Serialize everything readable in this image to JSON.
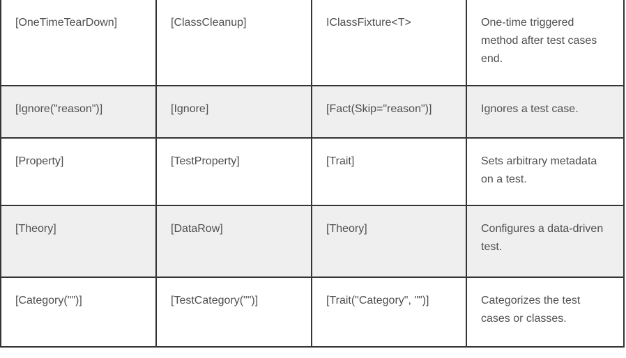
{
  "table": {
    "rows": [
      {
        "nunit": "[OneTimeTearDown]",
        "mstest": "[ClassCleanup]",
        "xunit": "IClassFixture<T>",
        "description": "One-time triggered method after test cases end."
      },
      {
        "nunit": "[Ignore(\"reason\")]",
        "mstest": "[Ignore]",
        "xunit": "[Fact(Skip=\"reason\")]",
        "description": "Ignores a test case."
      },
      {
        "nunit": "[Property]",
        "mstest": "[TestProperty]",
        "xunit": "[Trait]",
        "description": "Sets arbitrary metadata on a test."
      },
      {
        "nunit": "[Theory]",
        "mstest": "[DataRow]",
        "xunit": "[Theory]",
        "description": "Configures a data-driven test."
      },
      {
        "nunit": "[Category(\"\")]",
        "mstest": "[TestCategory(\"\")]",
        "xunit": "[Trait(\"Category\", \"\")]",
        "description": "Categorizes the test cases or classes."
      }
    ]
  },
  "colors": {
    "row_shade": "#efefef",
    "border": "#343434",
    "text": "#4f4f4f"
  }
}
